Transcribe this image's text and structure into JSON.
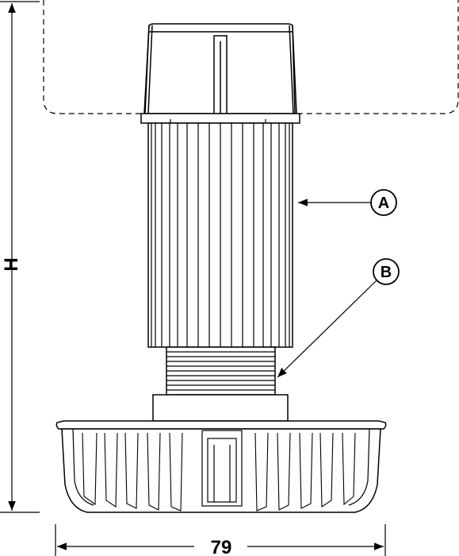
{
  "callouts": [
    {
      "letter": "A"
    },
    {
      "letter": "B"
    }
  ],
  "dimensions": {
    "height_label": "H",
    "width_label": "79"
  },
  "colors": {
    "stroke": "#000000",
    "background": "#ffffff",
    "dashed_outline": "#000000"
  }
}
